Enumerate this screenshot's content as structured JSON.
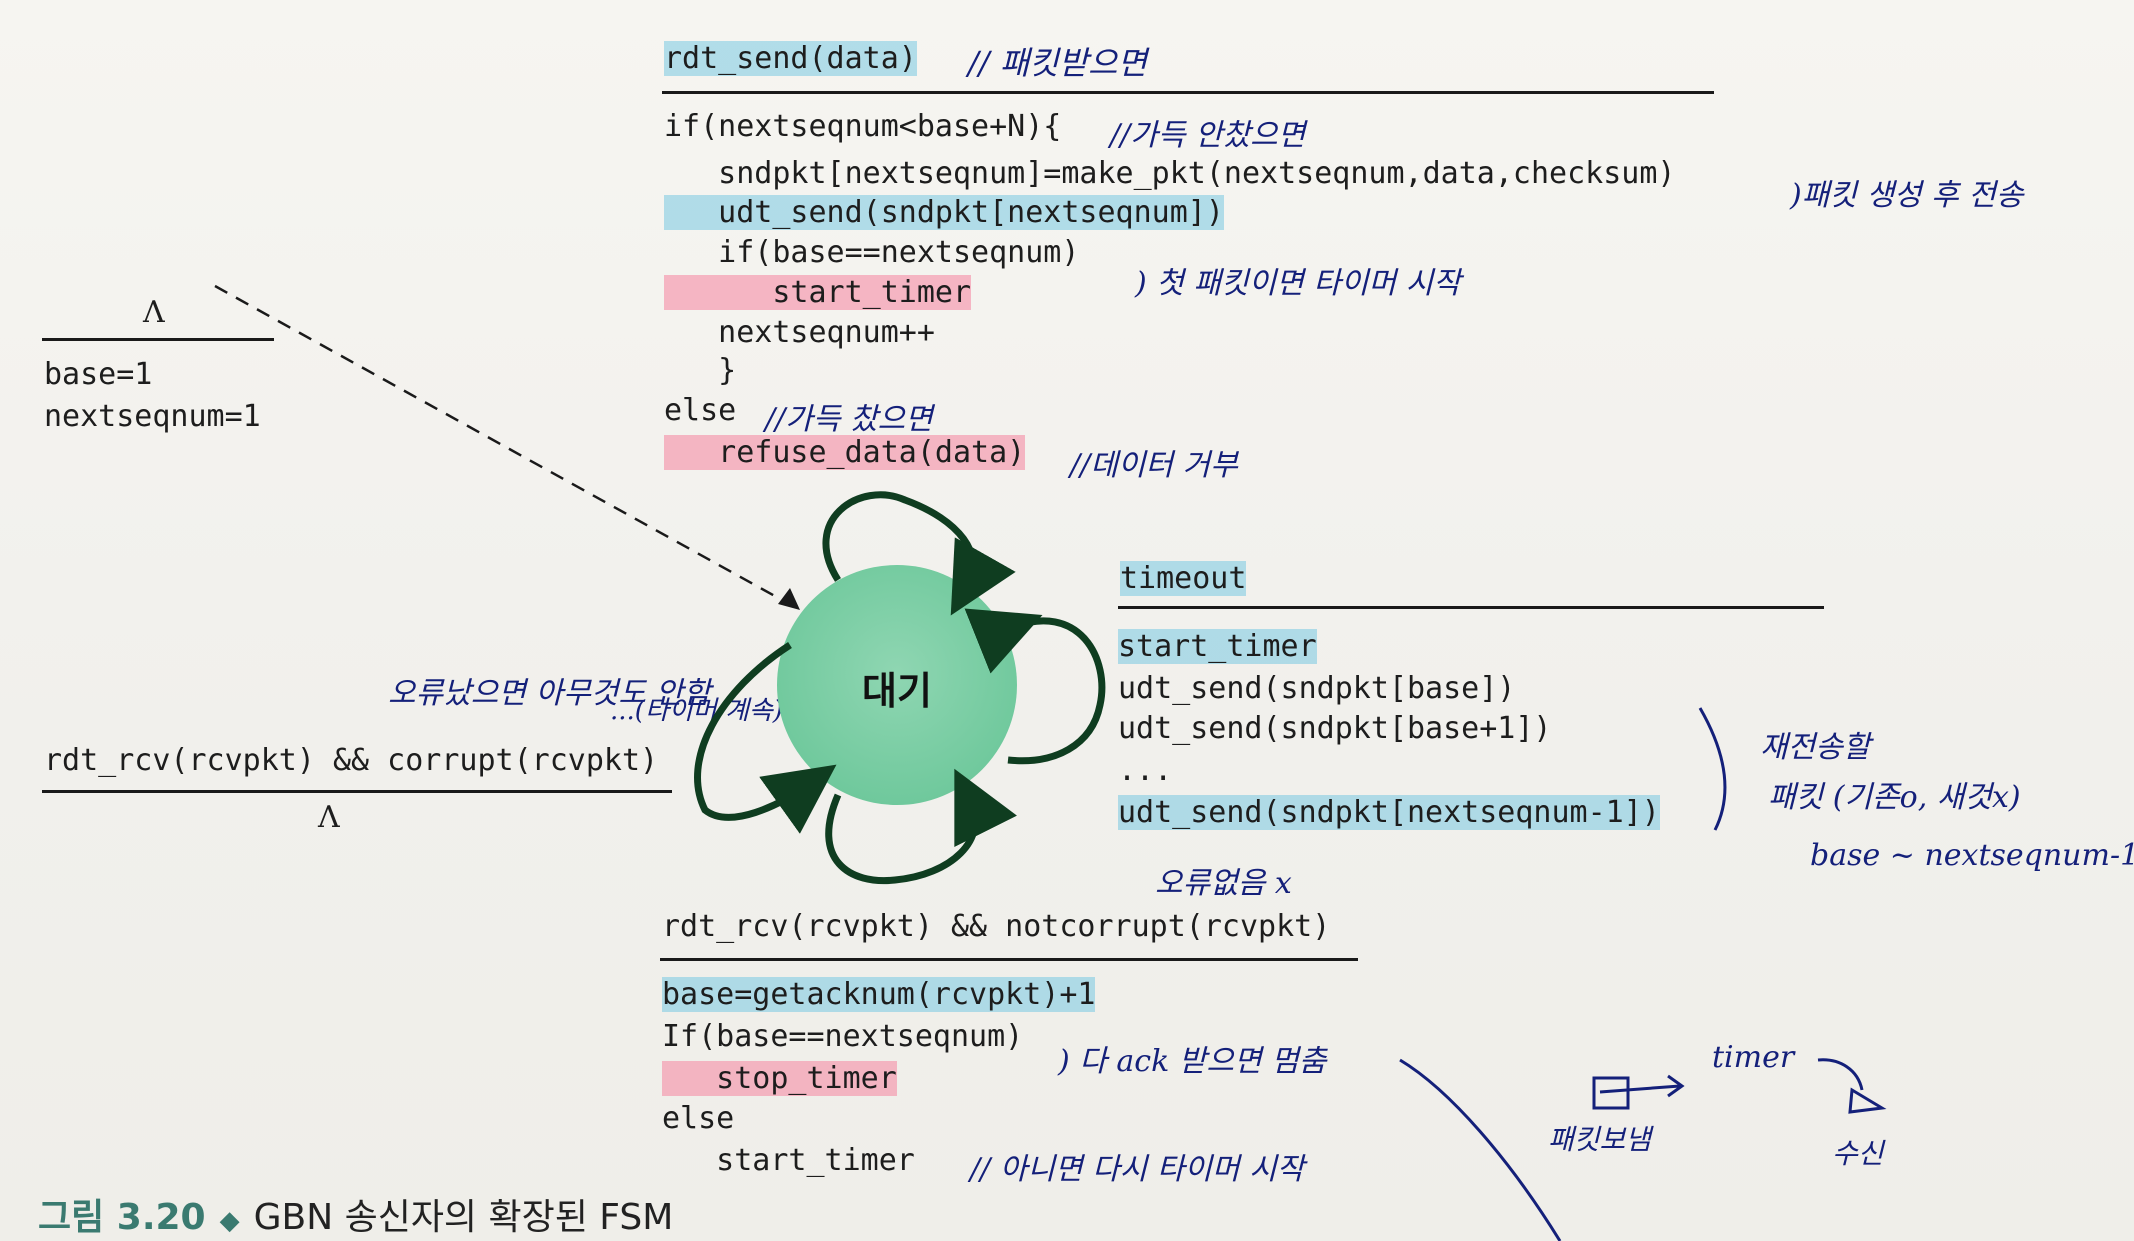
{
  "state": {
    "label": "대기"
  },
  "init": {
    "event": "Λ",
    "actions": [
      "base=1",
      "nextseqnum=1"
    ]
  },
  "send": {
    "event": "rdt_send(data)",
    "note_event": "// 패킷받으면",
    "lines": [
      "if(nextseqnum<base+N){",
      "   sndpkt[nextseqnum]=make_pkt(nextseqnum,data,checksum)",
      "   udt_send(sndpkt[nextseqnum])",
      "   if(base==nextseqnum)",
      "      start_timer",
      "   nextseqnum++",
      "   }",
      "else",
      "   refuse_data(data)"
    ],
    "note_if": "//가득 안찼으면",
    "note_make": ")패킷 생성 후 전송",
    "note_timer": ") 첫 패킷이면 타이머 시작",
    "note_else": "//가득 찼으면",
    "note_refuse": "//데이터 거부"
  },
  "timeout": {
    "event": "timeout",
    "lines": [
      "start_timer",
      "udt_send(sndpkt[base])",
      "udt_send(sndpkt[base+1])",
      "...",
      "udt_send(sndpkt[nextseqnum-1])"
    ],
    "note_1": "재전송할",
    "note_2": "패킷 (기존o, 새것x)",
    "note_3": "base ~ nextseqnum-1"
  },
  "corrupt": {
    "event": "rdt_rcv(rcvpkt) && corrupt(rcvpkt)",
    "action": "Λ",
    "note_1": "오류났으면 아무것도 안함",
    "note_2": "...(타이머 계속)"
  },
  "ack": {
    "event": "rdt_rcv(rcvpkt) && notcorrupt(rcvpkt)",
    "note_event": "오류없음 x",
    "lines": [
      "base=getacknum(rcvpkt)+1",
      "If(base==nextseqnum)",
      "   stop_timer",
      "else",
      "   start_timer"
    ],
    "note_if": ") 다 ack 받으면 멈춤",
    "note_else": "// 아니면 다시 타이머 시작",
    "note_timer": "timer",
    "note_pkt": "패킷보냄",
    "note_recv": "수신"
  },
  "caption": {
    "label": "그림 3.20",
    "text": "GBN 송신자의 확장된 FSM"
  }
}
